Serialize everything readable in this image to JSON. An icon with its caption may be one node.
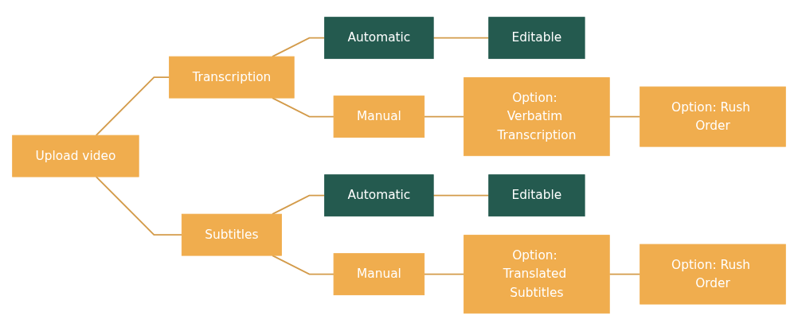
{
  "diagram": {
    "nodes": [
      {
        "text": [
          "Upload video"
        ]
      },
      {
        "text": [
          "Transcription"
        ]
      },
      {
        "text": [
          "Automatic"
        ]
      },
      {
        "text": [
          "Editable"
        ]
      },
      {
        "text": [
          "Manual"
        ]
      },
      {
        "text": [
          "Option: Verbatim Transcription"
        ]
      },
      {
        "text": [
          "Option: Rush Order"
        ]
      },
      {
        "text": [
          "Subtitles"
        ]
      },
      {
        "text": [
          "Automatic"
        ]
      },
      {
        "text": [
          "Editable"
        ]
      },
      {
        "text": [
          "Manual"
        ]
      },
      {
        "text": [
          "Option: Translated Subtitles"
        ]
      },
      {
        "text": [
          "Option: Rush Order"
        ]
      }
    ],
    "edges": [
      {
        "from": 0,
        "to": 1,
        "arrow": "none"
      },
      {
        "from": 1,
        "to": 2,
        "arrow": "none"
      },
      {
        "from": 2,
        "to": 3,
        "arrow": "none"
      },
      {
        "from": 1,
        "to": 4,
        "arrow": "none"
      },
      {
        "from": 4,
        "to": 5,
        "arrow": "none"
      },
      {
        "from": 5,
        "to": 6,
        "arrow": "none"
      },
      {
        "from": 0,
        "to": 7,
        "arrow": "none"
      },
      {
        "from": 7,
        "to": 8,
        "arrow": "none"
      },
      {
        "from": 8,
        "to": 9,
        "arrow": "none"
      },
      {
        "from": 7,
        "to": 10,
        "arrow": "none"
      },
      {
        "from": 10,
        "to": 11,
        "arrow": "none"
      },
      {
        "from": 11,
        "to": 12,
        "arrow": "none"
      }
    ]
  }
}
